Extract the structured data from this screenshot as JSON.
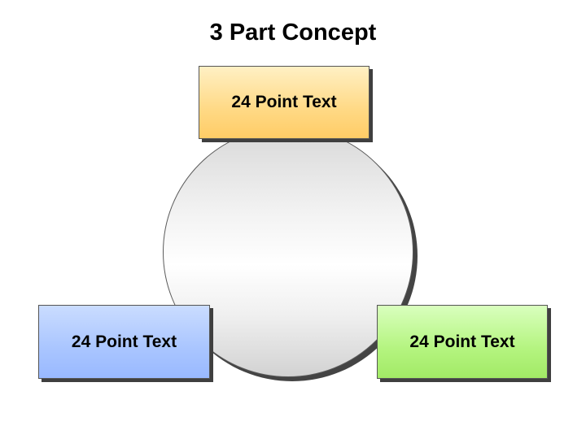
{
  "slide": {
    "title": "3 Part Concept"
  },
  "diagram": {
    "center_shape": "circle",
    "boxes": [
      {
        "position": "top",
        "label": "24 Point Text",
        "color": "#ffd985"
      },
      {
        "position": "bottom-left",
        "label": "24 Point Text",
        "color": "#a9c5ff"
      },
      {
        "position": "bottom-right",
        "label": "24 Point Text",
        "color": "#b4f47f"
      }
    ]
  }
}
